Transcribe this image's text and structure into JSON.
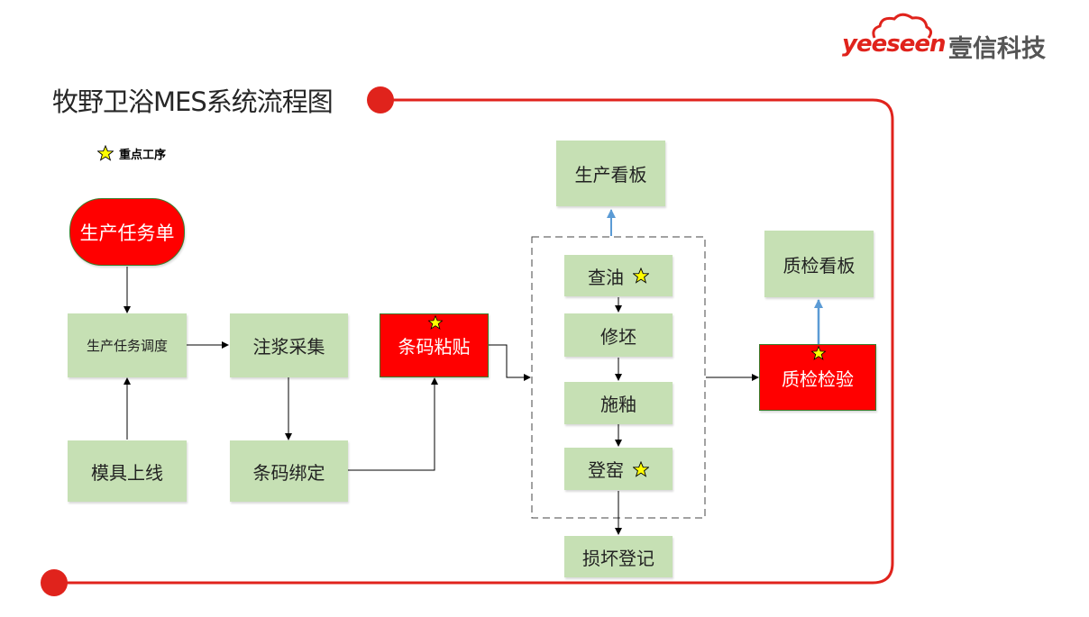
{
  "title": "牧野卫浴MES系统流程图",
  "legend": {
    "label": "重点工序"
  },
  "logo": {
    "brand": "yeeseen",
    "name": "壹信科技"
  },
  "nodes": {
    "production_order": "生产任务单",
    "task_dispatch": "生产任务调度",
    "mold_online": "模具上线",
    "grouting_collect": "注浆采集",
    "barcode_bind": "条码绑定",
    "barcode_paste": "条码粘贴",
    "production_board": "生产看板",
    "check_oil": "查油",
    "repair_blank": "修坯",
    "glazing": "施釉",
    "kiln_register": "登窑",
    "damage_register": "损坏登记",
    "quality_board": "质检看板",
    "quality_inspection": "质检检验"
  },
  "colors": {
    "node_green": "#c6e0b4",
    "key_red": "#ff0000",
    "frame_red": "#e0231c",
    "arrow_blue": "#5b9bd5",
    "star_yellow": "#ffff00"
  }
}
